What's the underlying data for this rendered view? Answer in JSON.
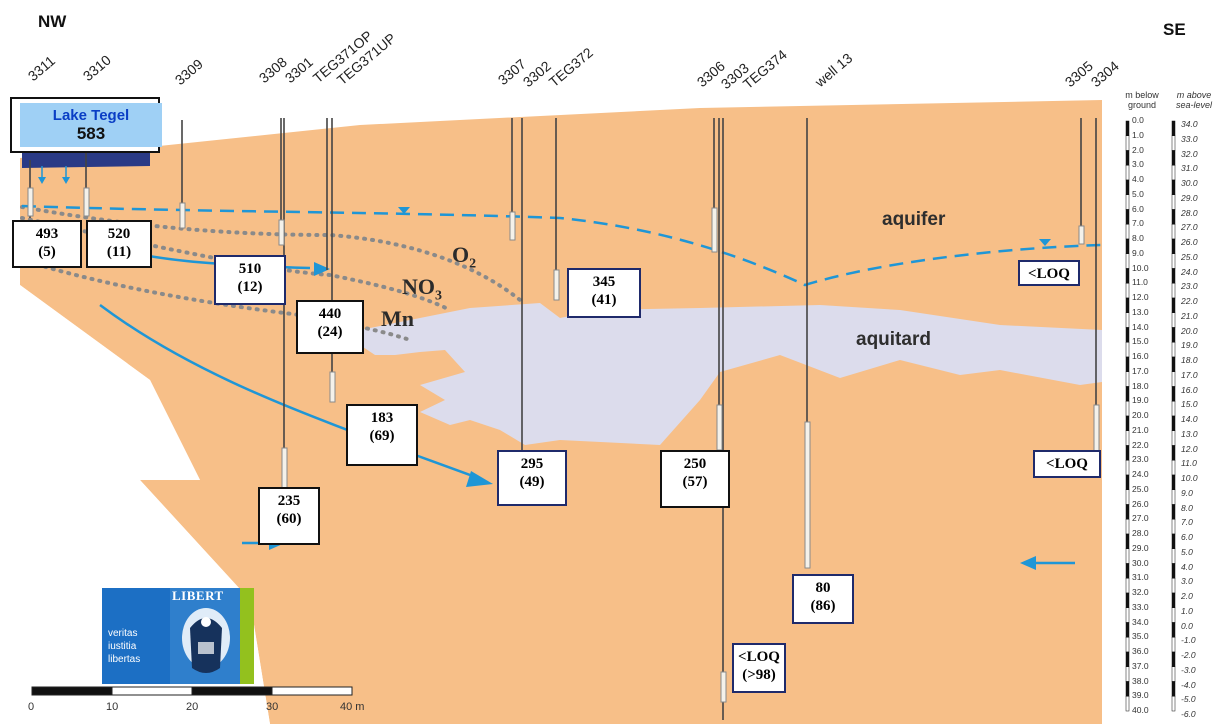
{
  "directions": {
    "nw": "NW",
    "se": "SE"
  },
  "wells": [
    {
      "id": "w3311",
      "label": "3311"
    },
    {
      "id": "w3310",
      "label": "3310"
    },
    {
      "id": "w3309",
      "label": "3309"
    },
    {
      "id": "w3308",
      "label": "3308"
    },
    {
      "id": "w3301",
      "label": "3301"
    },
    {
      "id": "wTEG371OP",
      "label": "TEG371OP"
    },
    {
      "id": "wTEG371UP",
      "label": "TEG371UP"
    },
    {
      "id": "w3307",
      "label": "3307"
    },
    {
      "id": "w3302",
      "label": "3302"
    },
    {
      "id": "wTEG372",
      "label": "TEG372"
    },
    {
      "id": "w3306",
      "label": "3306"
    },
    {
      "id": "w3303",
      "label": "3303"
    },
    {
      "id": "wTEG374",
      "label": "TEG374"
    },
    {
      "id": "well13",
      "label": "well 13"
    },
    {
      "id": "w3305",
      "label": "3305"
    },
    {
      "id": "w3304",
      "label": "3304"
    }
  ],
  "lake": {
    "name": "Lake Tegel",
    "value": "583"
  },
  "zones": {
    "aquifer": "aquifer",
    "aquitard": "aquitard"
  },
  "chem": {
    "o2": "O",
    "o2_sub": "2",
    "no3": "NO",
    "no3_sub": "3",
    "mn": "Mn"
  },
  "value_boxes": [
    {
      "id": "b493",
      "value": "493",
      "sub": "(5)",
      "style": "black"
    },
    {
      "id": "b520",
      "value": "520",
      "sub": "(11)",
      "style": "black"
    },
    {
      "id": "b510",
      "value": "510",
      "sub": "(12)",
      "style": "navy"
    },
    {
      "id": "b440",
      "value": "440",
      "sub": "(24)",
      "style": "black"
    },
    {
      "id": "b345",
      "value": "345",
      "sub": "(41)",
      "style": "navy"
    },
    {
      "id": "b183",
      "value": "183",
      "sub": "(69)",
      "style": "black"
    },
    {
      "id": "b235",
      "value": "235",
      "sub": "(60)",
      "style": "black"
    },
    {
      "id": "b295",
      "value": "295",
      "sub": "(49)",
      "style": "navy"
    },
    {
      "id": "b250",
      "value": "250",
      "sub": "(57)",
      "style": "black"
    },
    {
      "id": "b80",
      "value": "80",
      "sub": "(86)",
      "style": "navy"
    },
    {
      "id": "bloq1",
      "value": "<LOQ",
      "sub": "(>98)",
      "style": "navy"
    },
    {
      "id": "bloq2",
      "value": "<LOQ",
      "sub": "",
      "style": "navy"
    },
    {
      "id": "bloq3",
      "value": "<LOQ",
      "sub": "",
      "style": "navy"
    }
  ],
  "depth_scale": {
    "below_header_1": "m below",
    "below_header_2": "ground",
    "above_header_1": "m above",
    "above_header_2": "sea-level",
    "below_ground": [
      "0.0",
      "1.0",
      "2.0",
      "3.0",
      "4.0",
      "5.0",
      "6.0",
      "7.0",
      "8.0",
      "9.0",
      "10.0",
      "11.0",
      "12.0",
      "13.0",
      "14.0",
      "15.0",
      "16.0",
      "17.0",
      "18.0",
      "19.0",
      "20.0",
      "21.0",
      "22.0",
      "23.0",
      "24.0",
      "25.0",
      "26.0",
      "27.0",
      "28.0",
      "29.0",
      "30.0",
      "31.0",
      "32.0",
      "33.0",
      "34.0",
      "35.0",
      "36.0",
      "37.0",
      "38.0",
      "39.0",
      "40.0"
    ],
    "above_sea": [
      "34.0",
      "33.0",
      "32.0",
      "31.0",
      "30.0",
      "29.0",
      "28.0",
      "27.0",
      "26.0",
      "25.0",
      "24.0",
      "23.0",
      "22.0",
      "21.0",
      "20.0",
      "19.0",
      "18.0",
      "17.0",
      "16.0",
      "15.0",
      "14.0",
      "13.0",
      "12.0",
      "11.0",
      "10.0",
      "9.0",
      "8.0",
      "7.0",
      "6.0",
      "5.0",
      "4.0",
      "3.0",
      "2.0",
      "1.0",
      "0.0",
      "-1.0",
      "-2.0",
      "-3.0",
      "-4.0",
      "-5.0",
      "-6.0"
    ]
  },
  "scale_bar": [
    "0",
    "10",
    "20",
    "30",
    "40 m"
  ],
  "logo": {
    "word": "LIBERT",
    "motto": [
      "veritas",
      "iustitia",
      "libertas"
    ]
  },
  "colors": {
    "aquifer": "#f7bf88",
    "aquitard": "#dcdcec",
    "lake": "#9fd0f5",
    "arrow": "#1f96d6",
    "dots": "#8a8a8a"
  }
}
